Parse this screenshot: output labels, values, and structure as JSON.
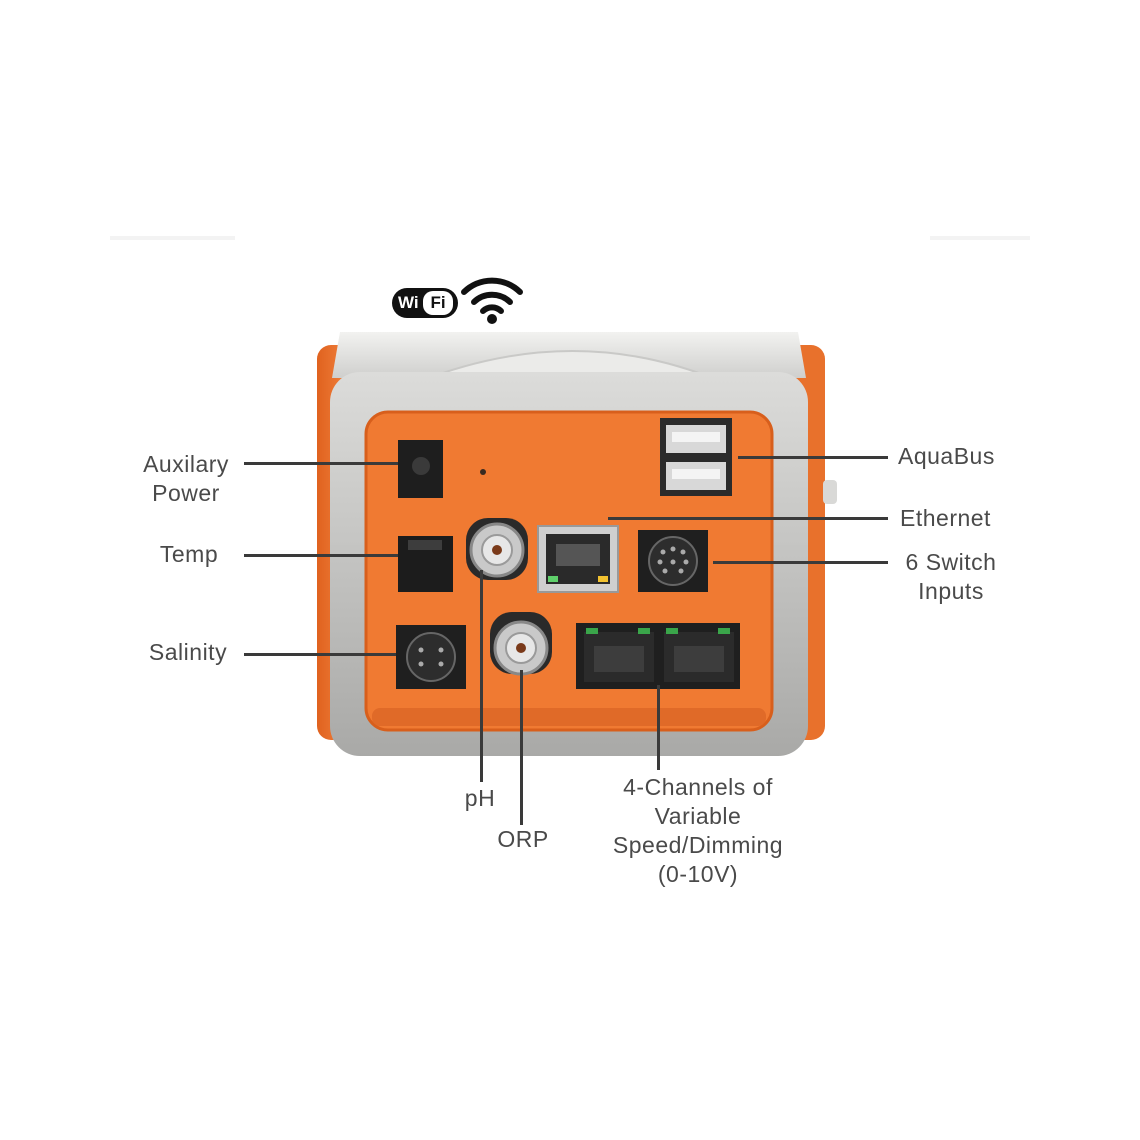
{
  "wifi": {
    "badge_left": "Wi",
    "badge_right": "Fi",
    "icon": "wifi-signal-icon"
  },
  "device": {
    "name": "controller-base-unit",
    "body_color": "#f07a32",
    "frame_color": "#b8b8b6"
  },
  "labels": {
    "auxiliary_power": [
      "Auxilary",
      "Power"
    ],
    "temp": [
      "Temp"
    ],
    "salinity": [
      "Salinity"
    ],
    "ph": [
      "pH"
    ],
    "orp": [
      "ORP"
    ],
    "aquabus": [
      "AquaBus"
    ],
    "ethernet": [
      "Ethernet"
    ],
    "switch_inputs": [
      "6 Switch",
      "Inputs"
    ],
    "variable_speed": [
      "4-Channels of",
      "Variable",
      "Speed/Dimming",
      "(0-10V)"
    ]
  }
}
